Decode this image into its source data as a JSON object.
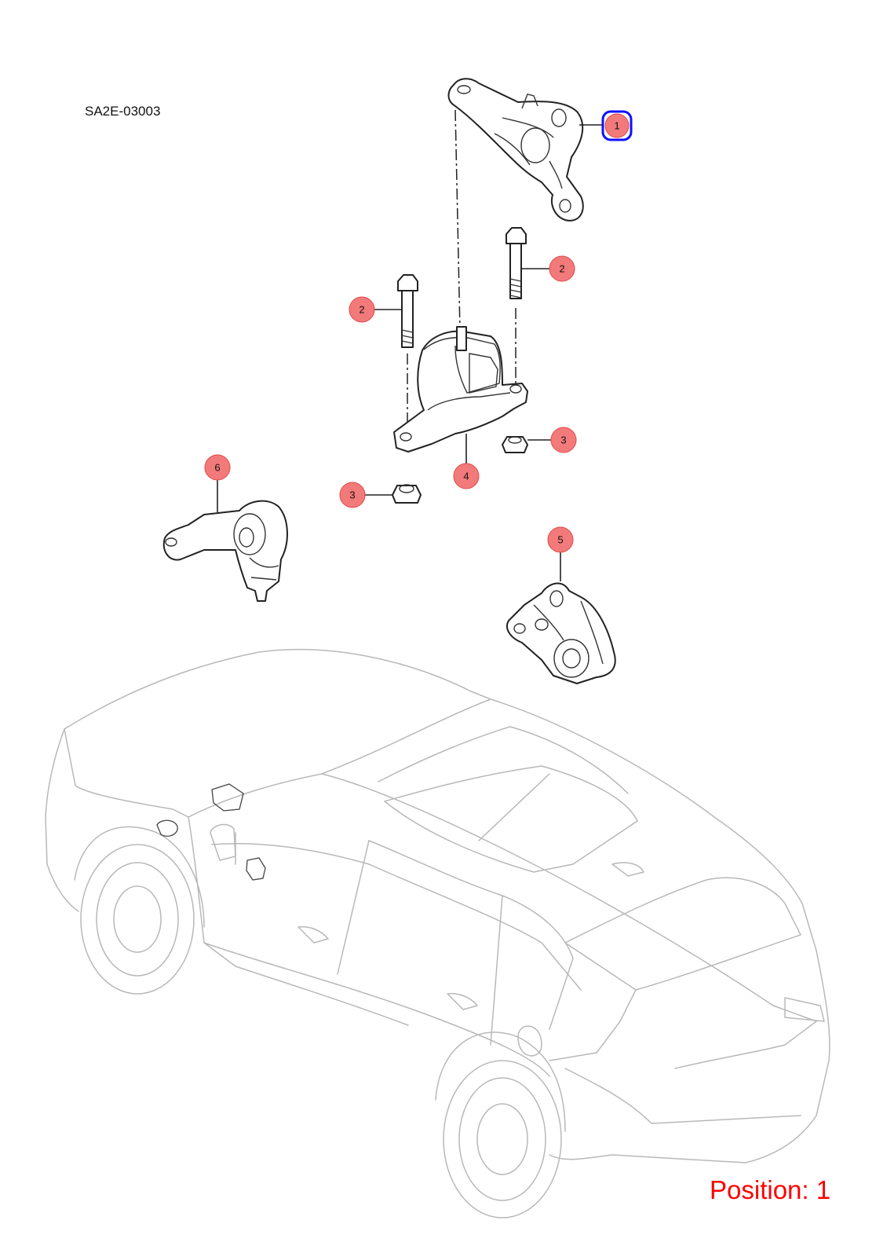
{
  "diagram_code": "SA2E-03003",
  "position_label": "Position: 1",
  "highlight_color": "#1010ff",
  "callout_color": "#f26b6b",
  "callouts": [
    {
      "id": "callout-1",
      "label": "1",
      "highlighted": true
    },
    {
      "id": "callout-2a",
      "label": "2"
    },
    {
      "id": "callout-2b",
      "label": "2"
    },
    {
      "id": "callout-3a",
      "label": "3"
    },
    {
      "id": "callout-3b",
      "label": "3"
    },
    {
      "id": "callout-4",
      "label": "4"
    },
    {
      "id": "callout-5",
      "label": "5"
    },
    {
      "id": "callout-6",
      "label": "6"
    }
  ]
}
